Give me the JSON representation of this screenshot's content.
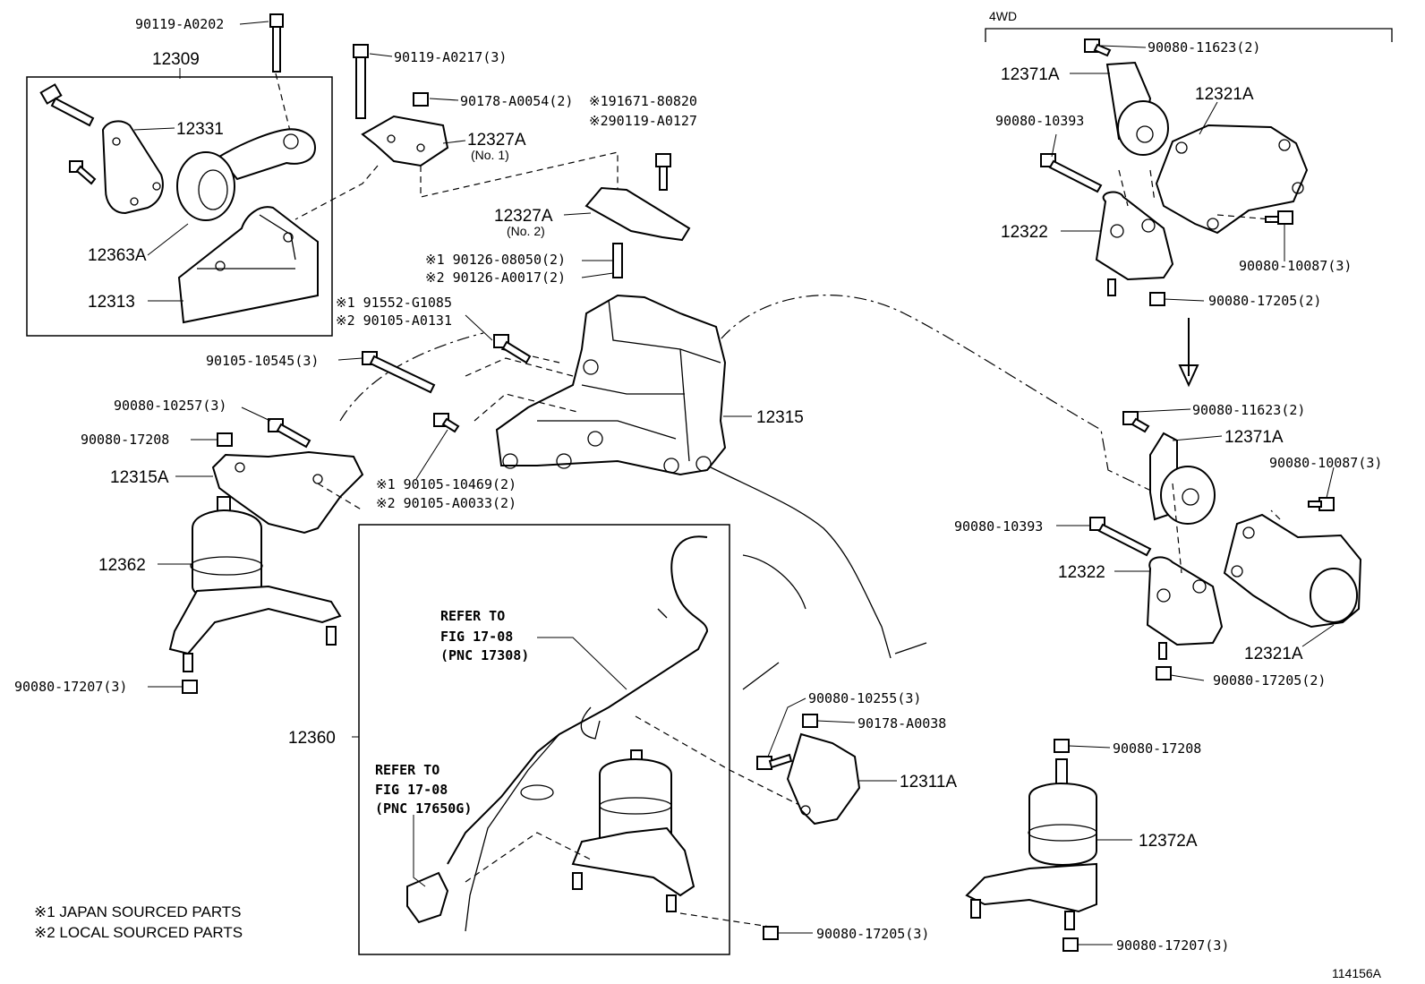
{
  "labels": {
    "p90119_A0202": "90119-A0202",
    "p12309": "12309",
    "p90119_A0217": "90119-A0217(3)",
    "p90178_A0054": "90178-A0054(2)",
    "p191671": "※191671-80820",
    "p290119": "※290119-A0127",
    "p12331": "12331",
    "p12327A_1": "12327A",
    "p12327A_1_sub": "(No. 1)",
    "p12327A_2": "12327A",
    "p12327A_2_sub": "(No. 2)",
    "p12363A": "12363A",
    "p12313": "12313",
    "p90126_08050": "※1 90126-08050(2)",
    "p90126_A0017": "※2 90126-A0017(2)",
    "p91552": "※1 91552-G1085",
    "p90105_A0131": "※2 90105-A0131",
    "p90105_10545": "90105-10545(3)",
    "p90080_10257": "90080-10257(3)",
    "p90080_17208a": "90080-17208",
    "p12315A": "12315A",
    "p12315": "12315",
    "p90105_10469": "※1 90105-10469(2)",
    "p90105_A0033": "※2 90105-A0033(2)",
    "p12362": "12362",
    "p90080_17207a": "90080-17207(3)",
    "p12360": "12360",
    "refer1_a": "REFER TO",
    "refer1_b": "FIG 17-08",
    "refer1_c": "(PNC 17308)",
    "refer2_a": "REFER TO",
    "refer2_b": "FIG 17-08",
    "refer2_c": "(PNC 17650G)",
    "note1": "※1 JAPAN SOURCED PARTS",
    "note2": "※2 LOCAL SOURCED PARTS",
    "p90080_10255": "90080-10255(3)",
    "p90178_A0038": "90178-A0038",
    "p12311A": "12311A",
    "p90080_17205c": "90080-17205(3)",
    "fwd4": "4WD",
    "p90080_11623a": "90080-11623(2)",
    "p12371A_a": "12371A",
    "p12321A_a": "12321A",
    "p90080_10393a": "90080-10393",
    "p12322a": "12322",
    "p90080_10087a": "90080-10087(3)",
    "p90080_17205a": "90080-17205(2)",
    "p90080_11623b": "90080-11623(2)",
    "p12371A_b": "12371A",
    "p90080_10087b": "90080-10087(3)",
    "p90080_10393b": "90080-10393",
    "p12322b": "12322",
    "p12321A_b": "12321A",
    "p90080_17205b": "90080-17205(2)",
    "p90080_17208b": "90080-17208",
    "p12372A": "12372A",
    "p90080_17207b": "90080-17207(3)",
    "fig_no": "114156A"
  }
}
